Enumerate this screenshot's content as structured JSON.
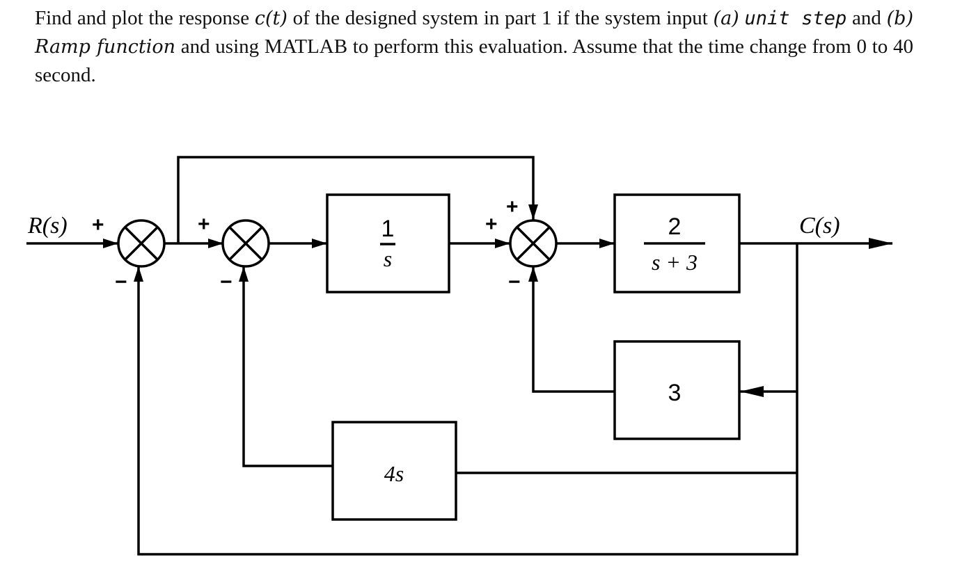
{
  "problem": {
    "t1": "Find and plot the response ",
    "m1": "c(t)",
    "t2": " of the designed system in part 1 if the system input ",
    "m2": "(a)",
    "t3": " ",
    "m3": "unit step",
    "t4": " and ",
    "m4": "(b)",
    "t5": " ",
    "m5": "Ramp function",
    "t6": " and using MATLAB to perform this evaluation. Assume that the time change from 0 to 40 second."
  },
  "diagram": {
    "input_label": "R(s)",
    "output_label": "C(s)",
    "blocks": {
      "integrator_num": "1",
      "integrator_den": "s",
      "plant_num": "2",
      "plant_den": "s + 3",
      "feedback_gain": "3",
      "derivative_gain": "4s"
    },
    "signs": {
      "sum1_plus": "+",
      "sum1_minus": "−",
      "sum2_plus": "+",
      "sum2_minus": "−",
      "sum3_plus_top": "+",
      "sum3_plus_left": "+",
      "sum3_minus": "−"
    }
  }
}
